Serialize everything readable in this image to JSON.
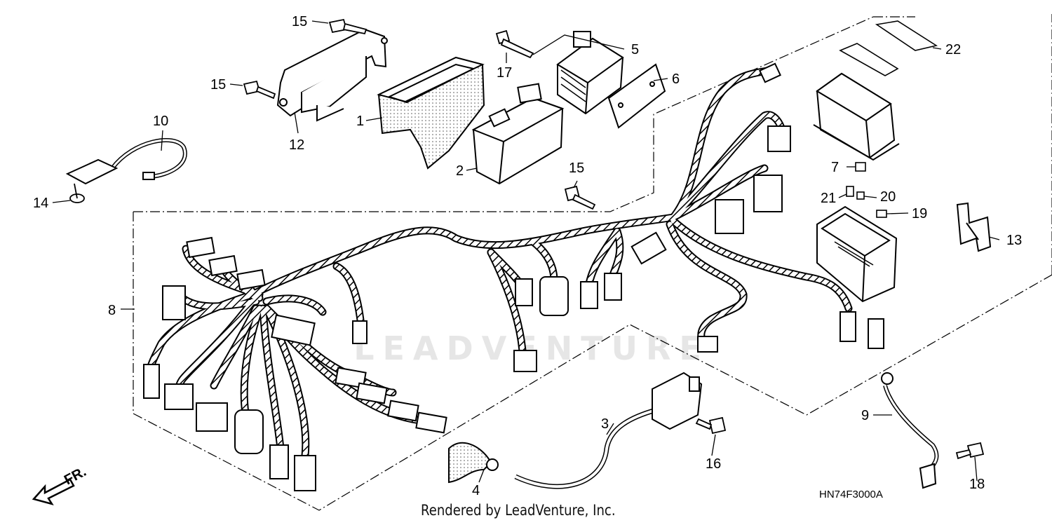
{
  "diagram": {
    "watermark": "LEADVENTURE",
    "diagram_code": "HN74F3000A",
    "credit": "Rendered by LeadVenture, Inc.",
    "front_label": "FR.",
    "callouts": [
      {
        "id": "c1",
        "label": "1"
      },
      {
        "id": "c2",
        "label": "2"
      },
      {
        "id": "c3",
        "label": "3"
      },
      {
        "id": "c4",
        "label": "4"
      },
      {
        "id": "c5",
        "label": "5"
      },
      {
        "id": "c6",
        "label": "6"
      },
      {
        "id": "c7",
        "label": "7"
      },
      {
        "id": "c8",
        "label": "8"
      },
      {
        "id": "c9",
        "label": "9"
      },
      {
        "id": "c10",
        "label": "10"
      },
      {
        "id": "c12",
        "label": "12"
      },
      {
        "id": "c13",
        "label": "13"
      },
      {
        "id": "c14",
        "label": "14"
      },
      {
        "id": "c15a",
        "label": "15"
      },
      {
        "id": "c15b",
        "label": "15"
      },
      {
        "id": "c15c",
        "label": "15"
      },
      {
        "id": "c16",
        "label": "16"
      },
      {
        "id": "c17",
        "label": "17"
      },
      {
        "id": "c18",
        "label": "18"
      },
      {
        "id": "c19",
        "label": "19"
      },
      {
        "id": "c20",
        "label": "20"
      },
      {
        "id": "c21",
        "label": "21"
      },
      {
        "id": "c22",
        "label": "22"
      }
    ]
  }
}
